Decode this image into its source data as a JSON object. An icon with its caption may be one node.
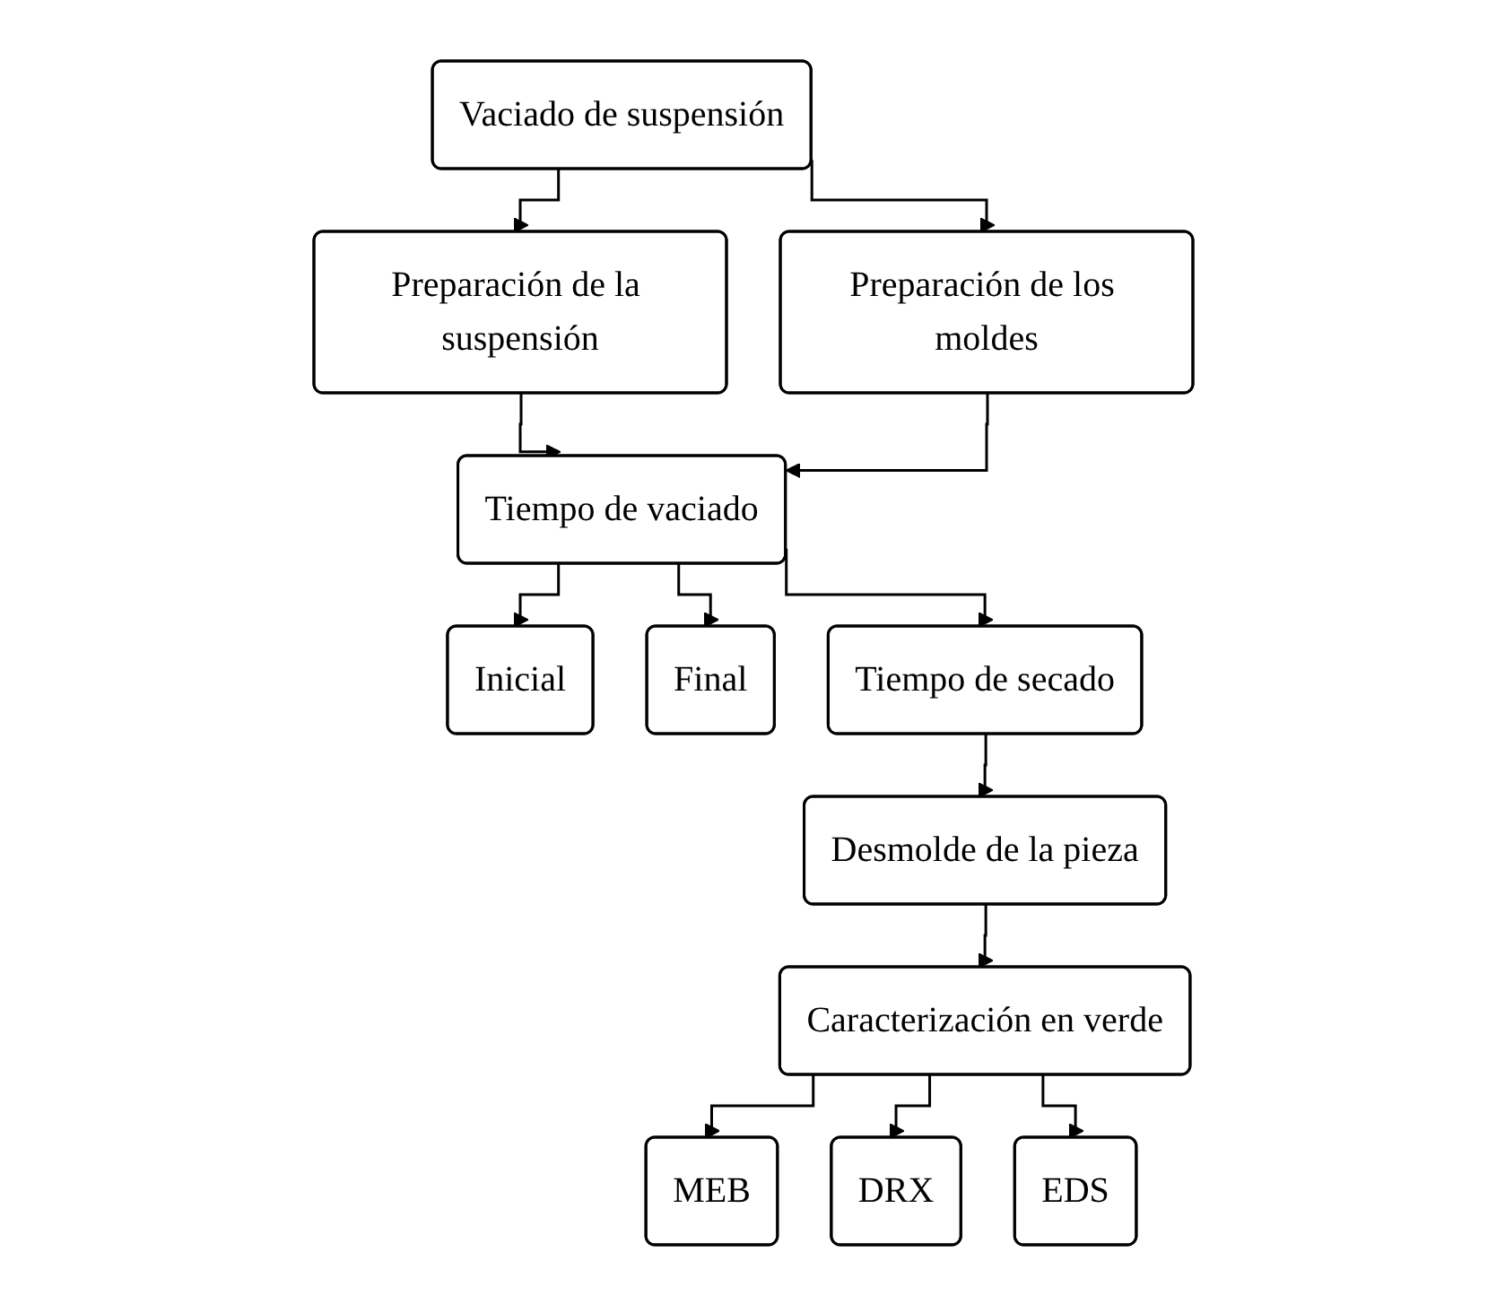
{
  "diagram": {
    "nodes": [
      {
        "text": [
          "Vaciado de suspensión"
        ]
      },
      {
        "text": [
          "Preparación de la suspensión"
        ]
      },
      {
        "text": [
          "Preparación de los moldes"
        ]
      },
      {
        "text": [
          "Inicial"
        ]
      },
      {
        "text": [
          "Tiempo de vaciado"
        ]
      },
      {
        "text": [
          "Final"
        ]
      },
      {
        "text": [
          "Tiempo de secado"
        ]
      },
      {
        "text": [
          "Desmolde de la pieza"
        ]
      },
      {
        "text": [
          "Caracterización en verde"
        ]
      },
      {
        "text": [
          "MEB"
        ]
      },
      {
        "text": [
          "DRX"
        ]
      },
      {
        "text": [
          "EDS"
        ]
      }
    ],
    "edges": [
      {
        "from": 0,
        "to": 1,
        "arrow": "to"
      },
      {
        "from": 0,
        "to": 2,
        "arrow": "to"
      },
      {
        "from": 1,
        "to": 4,
        "arrow": "to"
      },
      {
        "from": 2,
        "to": 4,
        "arrow": "to"
      },
      {
        "from": 4,
        "to": 3,
        "arrow": "to"
      },
      {
        "from": 4,
        "to": 5,
        "arrow": "to"
      },
      {
        "from": 4,
        "to": 6,
        "arrow": "to"
      },
      {
        "from": 6,
        "to": 7,
        "arrow": "to"
      },
      {
        "from": 7,
        "to": 8,
        "arrow": "to"
      },
      {
        "from": 8,
        "to": 9,
        "arrow": "to"
      },
      {
        "from": 8,
        "to": 10,
        "arrow": "to"
      },
      {
        "from": 8,
        "to": 11,
        "arrow": "to"
      }
    ]
  }
}
